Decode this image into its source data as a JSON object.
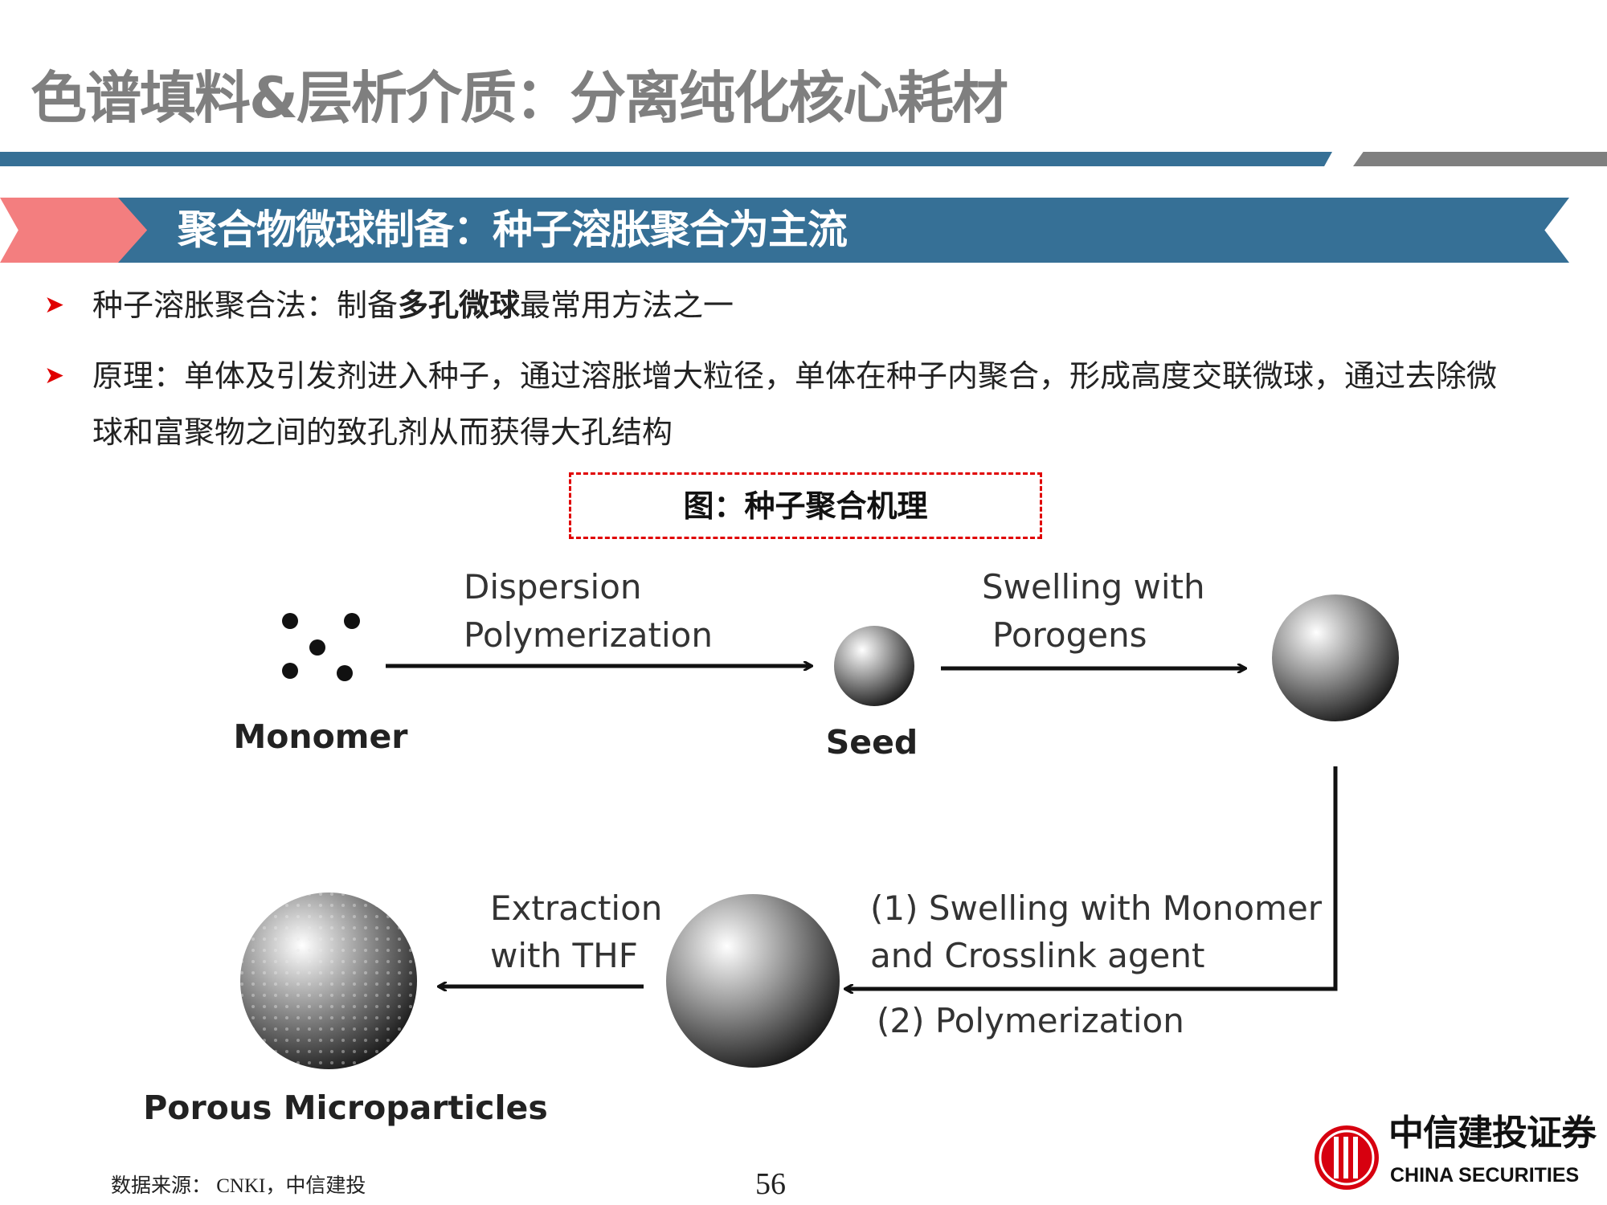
{
  "header": {
    "title": "色谱填料&层析介质：分离纯化核心耗材"
  },
  "section": {
    "title": "聚合物微球制备：种子溶胀聚合为主流"
  },
  "bullets": [
    {
      "pre": "种子溶胀聚合法：制备",
      "bold": "多孔微球",
      "post": "最常用方法之一"
    },
    {
      "line1": "原理：单体及引发剂进入种子，通过溶胀增大粒径，单体在种子内聚合，形成高度交联微球，通过去除微",
      "line2": "球和富聚物之间的致孔剂从而获得大孔结构"
    }
  ],
  "figure": {
    "caption": "图：种子聚合机理",
    "labels": {
      "monomer": "Monomer",
      "dispersion1": "Dispersion",
      "dispersion2": "Polymerization",
      "seed": "Seed",
      "swelling1": "Swelling with",
      "swelling2": "Porogens",
      "step1a": "(1)  Swelling with Monomer",
      "step1b": "and Crosslink agent",
      "step2": "(2) Polymerization",
      "extraction1": "Extraction",
      "extraction2": "with THF",
      "porous": "Porous Microparticles"
    }
  },
  "footer": {
    "source": "数据来源： CNKI，中信建投",
    "page": "56"
  },
  "logo": {
    "cn": "中信建投证券",
    "en": "CHINA SECURITIES",
    "mark": "CITIC"
  },
  "colors": {
    "accent_blue": "#367096",
    "accent_pink": "#f37e7f",
    "bullet_red": "#e00000",
    "title_gray": "#7f7f7f",
    "logo_red": "#d7000f"
  }
}
